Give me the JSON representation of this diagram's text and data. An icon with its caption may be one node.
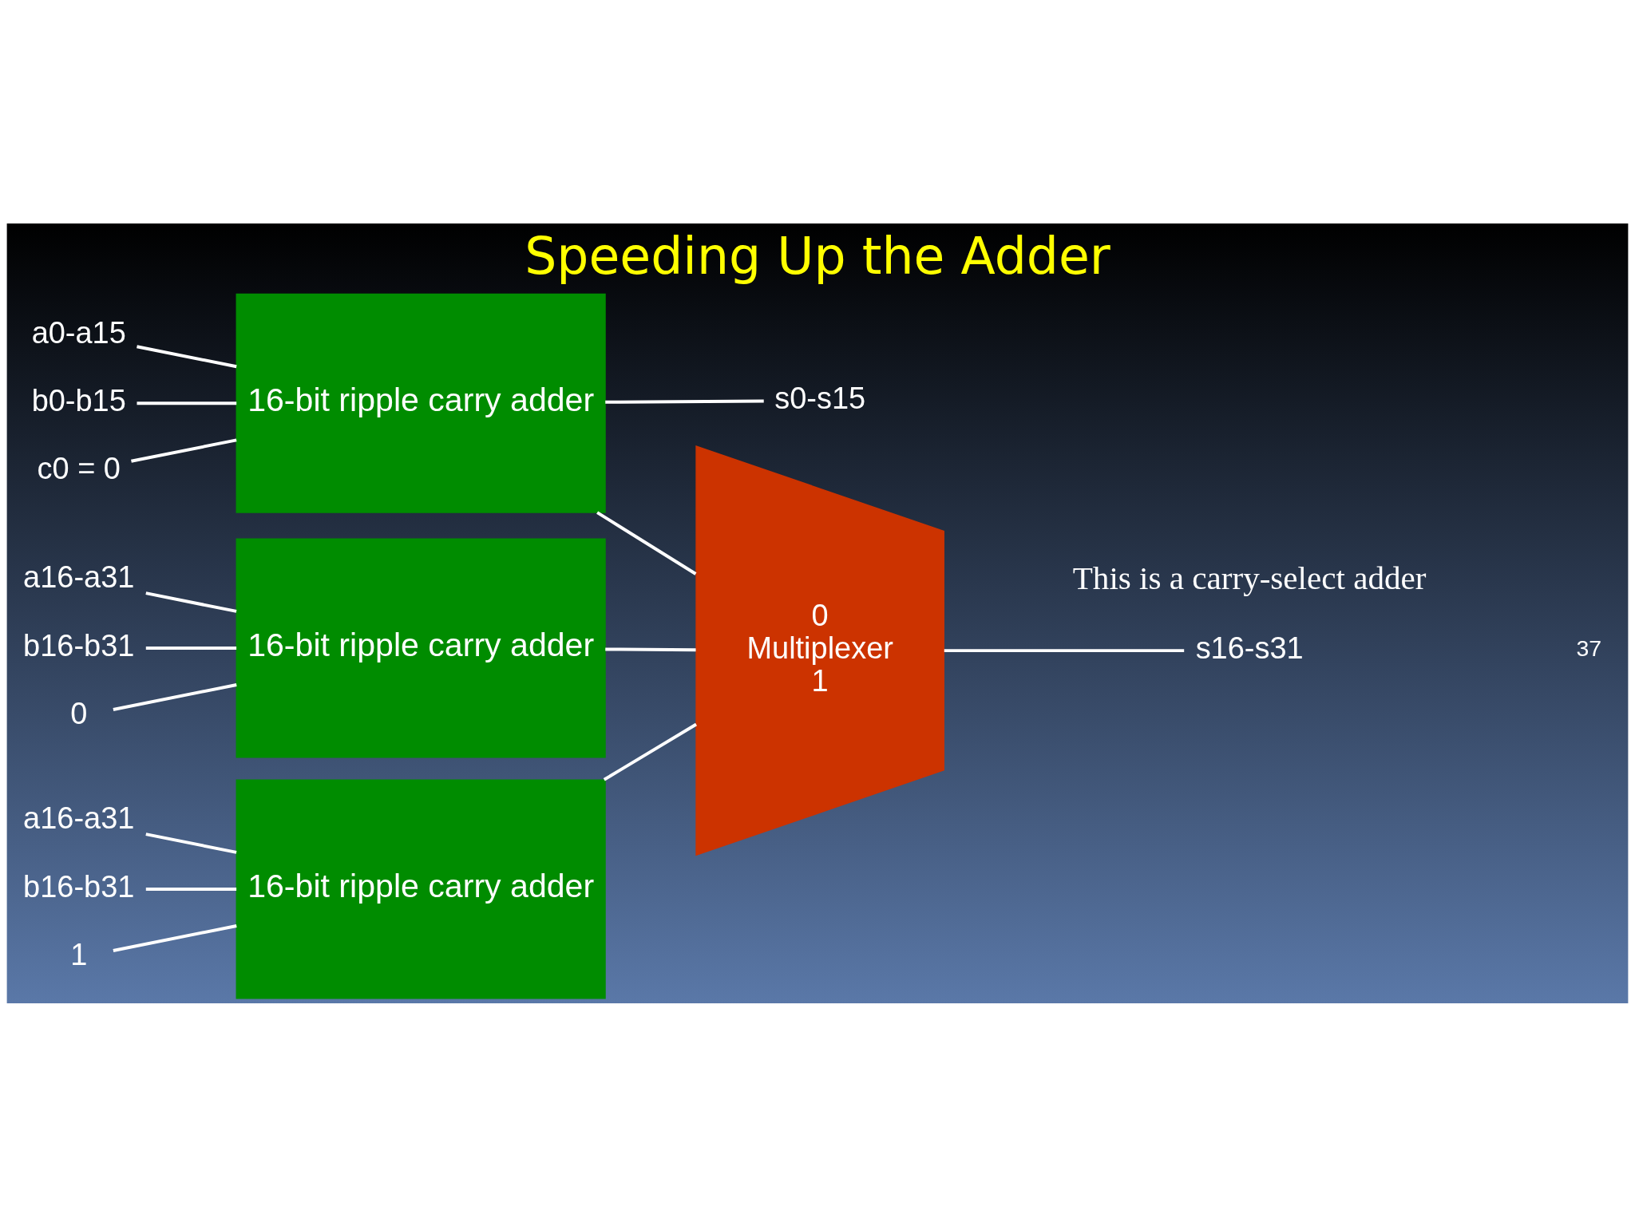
{
  "diagram": {
    "title": "Speeding Up the Adder",
    "nodes": [
      {
        "text": [
          "a0-a15"
        ]
      },
      {
        "text": [
          "b0-b15"
        ]
      },
      {
        "text": [
          "c0 = 0"
        ]
      },
      {
        "text": [
          "16-bit ripple carry adder"
        ]
      },
      {
        "text": [
          "s0-s15"
        ]
      },
      {
        "text": [
          "a16-a31"
        ]
      },
      {
        "text": [
          "b16-b31"
        ]
      },
      {
        "text": [
          "0"
        ]
      },
      {
        "text": [
          "16-bit ripple carry adder"
        ]
      },
      {
        "text": [
          "a16-a31"
        ]
      },
      {
        "text": [
          "b16-b31"
        ]
      },
      {
        "text": [
          "1"
        ]
      },
      {
        "text": [
          "16-bit ripple carry adder"
        ]
      },
      {
        "text": [
          "0",
          "Multiplexer",
          "1"
        ]
      },
      {
        "text": [
          "s16-s31"
        ]
      }
    ],
    "edges": [
      {
        "from": 0,
        "to": 3,
        "arrow": "none"
      },
      {
        "from": 1,
        "to": 3,
        "arrow": "none"
      },
      {
        "from": 2,
        "to": 3,
        "arrow": "none"
      },
      {
        "from": 3,
        "to": 4,
        "arrow": "none"
      },
      {
        "from": 3,
        "to": 13,
        "arrow": "none"
      },
      {
        "from": 5,
        "to": 8,
        "arrow": "none"
      },
      {
        "from": 6,
        "to": 8,
        "arrow": "none"
      },
      {
        "from": 7,
        "to": 8,
        "arrow": "none"
      },
      {
        "from": 8,
        "to": 13,
        "arrow": "none"
      },
      {
        "from": 9,
        "to": 12,
        "arrow": "none"
      },
      {
        "from": 10,
        "to": 12,
        "arrow": "none"
      },
      {
        "from": 11,
        "to": 12,
        "arrow": "none"
      },
      {
        "from": 12,
        "to": 13,
        "arrow": "none"
      },
      {
        "from": 13,
        "to": 14,
        "arrow": "none"
      }
    ],
    "labels": [
      "This is a carry-select adder",
      "37"
    ]
  }
}
